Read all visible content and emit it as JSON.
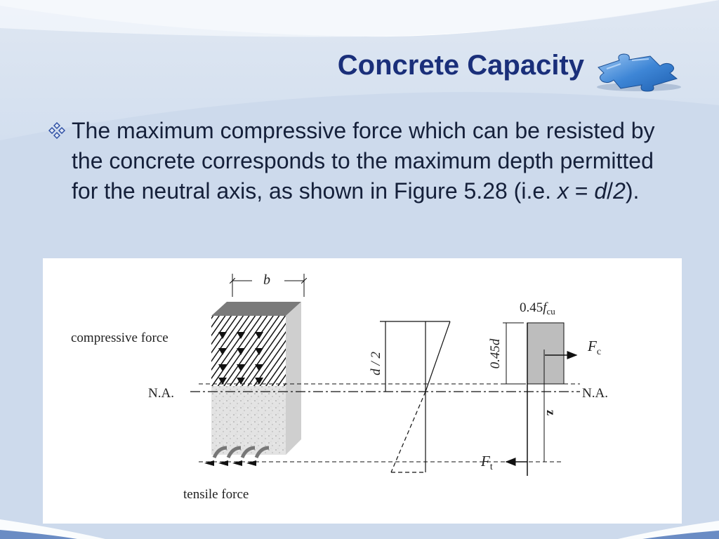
{
  "slide": {
    "title": "Concrete Capacity",
    "bullet": {
      "part1": "The maximum compressive force which can be resisted by the concrete corresponds to the maximum depth permitted for the neutral axis, as shown in Figure 5.28 (i.e. ",
      "var_x": "x",
      "equals": " = ",
      "var_d": "d",
      "slash": "/",
      "var_2": "2",
      "end": ")."
    },
    "icons": {
      "bullet": "diamond-cluster-bullet-icon",
      "decoration": "puzzle-piece-icon"
    }
  },
  "figure": {
    "labels": {
      "b": "b",
      "compressive": "compressive  force",
      "na_left": "N.A.",
      "na_right": "N.A.",
      "tensile": "tensile force",
      "d2": "d / 2",
      "d045": "0.45d",
      "fcu_coef": "0.45",
      "fcu_f": "f",
      "fcu_sub": "cu",
      "fc_f": "F",
      "fc_sub": "c",
      "ft_f": "F",
      "ft_sub": "t",
      "z": "z"
    }
  },
  "colors": {
    "title": "#1a2f7a",
    "text": "#15203a",
    "background": "#cfdcee",
    "stress_block": "#bdbdbd"
  }
}
